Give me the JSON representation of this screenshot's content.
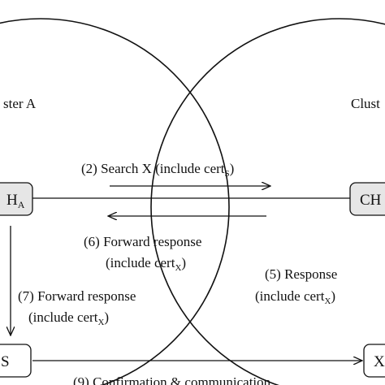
{
  "clusters": {
    "left_label": "ster A",
    "right_label": "Clust"
  },
  "nodes": {
    "ch_left": {
      "main": "H",
      "sub": "A"
    },
    "ch_right": {
      "main": "CH"
    },
    "s_left": {
      "main": "S"
    },
    "x_right": {
      "main": "X"
    }
  },
  "messages": {
    "m2": {
      "main": "(2) Search X (include cert",
      "sub": "S",
      "close": ")"
    },
    "m6_line1": "(6) Forward response",
    "m6_line2": {
      "main": "(include cert",
      "sub": "X",
      "close": ")"
    },
    "m5_line1": "(5) Response",
    "m5_line2": {
      "main": "(include cert",
      "sub": "X",
      "close": ")"
    },
    "m7_line1": "(7) Forward response",
    "m7_line2": {
      "main": "(include cert",
      "sub": "X",
      "close": ")"
    },
    "m9": "(9) Confirmation & communication"
  },
  "colors": {
    "node_fill": "#e6e6e6",
    "stroke": "#111111"
  }
}
